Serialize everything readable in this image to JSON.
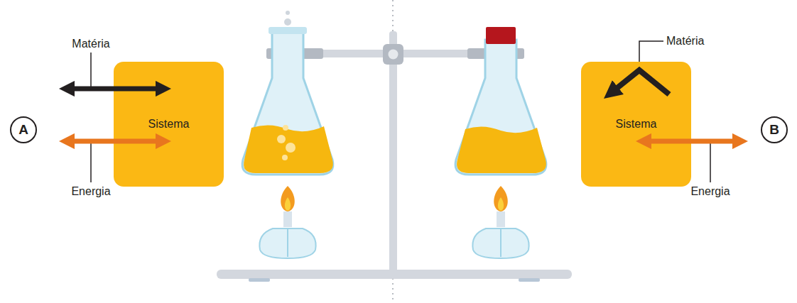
{
  "diagram": {
    "nodes": [
      {
        "text": [
          "A"
        ]
      },
      {
        "text": [
          "Sistema"
        ]
      },
      {
        "text": [
          "Sistema"
        ]
      },
      {
        "text": [
          "B"
        ]
      }
    ],
    "labels": [
      "Matéria",
      "Energia",
      "Matéria",
      "Energia"
    ]
  }
}
